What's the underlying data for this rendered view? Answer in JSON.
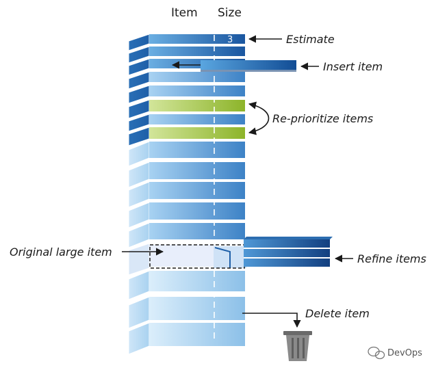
{
  "headers": {
    "item": "Item",
    "size": "Size"
  },
  "estimate_value": "3",
  "labels": {
    "estimate": "Estimate",
    "insert": "Insert item",
    "reprioritize": "Re-prioritize items",
    "original": "Original large item",
    "refine": "Refine items",
    "delete": "Delete item"
  },
  "watermark": "DevOps",
  "icons": {
    "trash": "trash-can-icon",
    "wechat": "wechat-icon"
  },
  "colors": {
    "blue_dark": "#1e5fa8",
    "blue_mid": "#4f95d2",
    "blue_light": "#b9d9f1",
    "green": "#9fc23a",
    "text": "#1a1a1a"
  }
}
